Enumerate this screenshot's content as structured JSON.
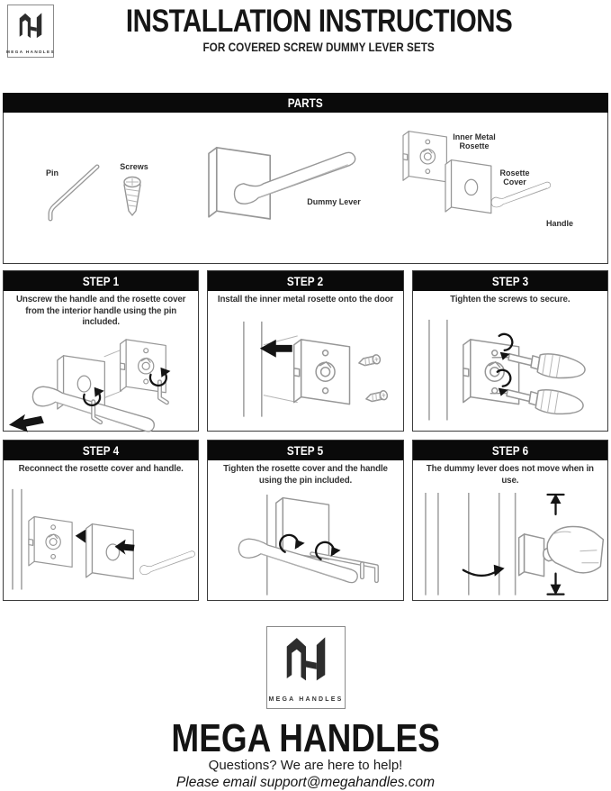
{
  "header": {
    "logo": {
      "monogram": "MH",
      "caption": "MEGA HANDLES"
    },
    "title": "INSTALLATION INSTRUCTIONS",
    "subtitle": "FOR COVERED SCREW DUMMY LEVER SETS"
  },
  "parts": {
    "section_title": "PARTS",
    "items": [
      {
        "label": "Pin"
      },
      {
        "label": "Screws"
      },
      {
        "label": "Dummy Lever"
      },
      {
        "label": "Inner Metal Rosette"
      },
      {
        "label": "Rosette Cover"
      },
      {
        "label": "Handle"
      }
    ]
  },
  "steps": [
    {
      "title": "STEP 1",
      "instruction": "Unscrew the handle and the rosette cover from the interior handle using the pin included."
    },
    {
      "title": "STEP 2",
      "instruction": "Install the inner metal rosette onto the door"
    },
    {
      "title": "STEP 3",
      "instruction": "Tighten the screws to secure."
    },
    {
      "title": "STEP 4",
      "instruction": "Reconnect the rosette cover and handle."
    },
    {
      "title": "STEP 5",
      "instruction": "Tighten the rosette cover and the handle using the pin included."
    },
    {
      "title": "STEP 6",
      "instruction": "The dummy lever does not move when in use."
    }
  ],
  "footer": {
    "logo": {
      "monogram": "MH",
      "caption": "MEGA HANDLES"
    },
    "brand_name": "MEGA HANDLES",
    "help_text": "Questions? We are here to help!",
    "contact_text": "Please email support@megahandles.com"
  },
  "colors": {
    "bar_bg": "#0a0a0a",
    "bar_text": "#ffffff",
    "text": "#1d1d1d",
    "line_art": "#979797"
  }
}
